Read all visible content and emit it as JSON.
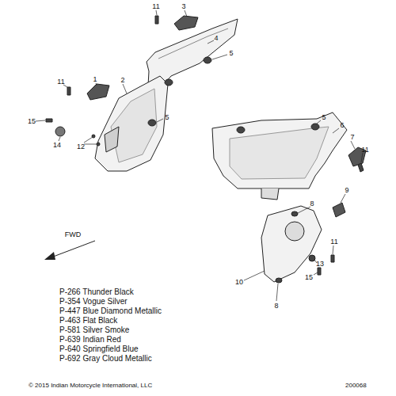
{
  "diagram": {
    "labels": [
      "11",
      "3",
      "4",
      "5",
      "11",
      "1",
      "2",
      "15",
      "14",
      "12",
      "5",
      "5",
      "6",
      "7",
      "11",
      "9",
      "8",
      "10",
      "11",
      "13",
      "15",
      "8",
      "FWD",
      "P-266 Thunder Black",
      "P-354 Vogue Silver",
      "P-447 Blue Diamond Metallic",
      "P-463 Flat Black",
      "P-581 Silver Smoke",
      "P-639 Indian Red",
      "P-640 Springfield Blue",
      "P-692 Gray Cloud Metallic",
      "© 2015 Indian Motorcycle International, LLC",
      "200068"
    ]
  }
}
